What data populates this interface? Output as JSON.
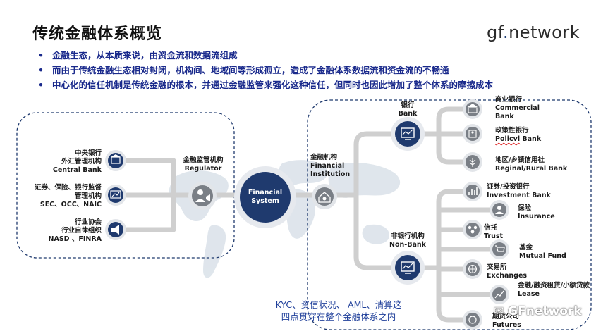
{
  "header": {
    "title": "传统金融体系概览",
    "brand_main": "gf",
    "brand_dot": ".",
    "brand_rest": "network"
  },
  "bullets": [
    "金融生态，从本质来说，由资金流和数据流组成",
    "而由于传统金融生态相对封闭，机构间、地域间等形成孤立，造成了金融体系数据流和资金流的不畅通",
    "中心化的信任机制是传统金融的根本，并通过金融监管来强化这种信任，但同时也因此增加了整个体系的摩擦成本"
  ],
  "regulators": {
    "central_bank": {
      "zh1": "中央银行",
      "zh2": "外汇管理机构",
      "en": "Central Bank"
    },
    "supervisors": {
      "zh1": "证券、保险、银行监督",
      "zh2": "管理机构",
      "en": "SEC、OCC、NAIC"
    },
    "associations": {
      "zh1": "行业协会",
      "zh2": "行业自律组织",
      "en": "NASD 、FINRA"
    }
  },
  "regulator_hub": {
    "zh": "金融监管机构",
    "en": "Regulator"
  },
  "center": {
    "line1": "Financial",
    "line2": "System"
  },
  "institution_hub": {
    "zh": "金融机构",
    "en1": "Financial",
    "en2": "Institution"
  },
  "bank": {
    "zh": "银行",
    "en": "Bank"
  },
  "non_bank": {
    "zh": "非银行机构",
    "en": "Non-Bank"
  },
  "bank_types": [
    {
      "zh": "商业银行",
      "en1": "Commercial",
      "en2": "Bank"
    },
    {
      "zh": "政策性银行",
      "en1": "Policvl",
      "en2": "Bank"
    },
    {
      "zh": "地区/乡镇信用社",
      "en1": "Reginal/Rural Bank",
      "en2": ""
    }
  ],
  "non_bank_types": [
    {
      "zh": "证券/投资银行",
      "en": "Investment Bank"
    },
    {
      "zh": "保险",
      "en": "Insurance"
    },
    {
      "zh": "信托",
      "en": "Trust"
    },
    {
      "zh": "基金",
      "en": "Mutual Fund"
    },
    {
      "zh": "交易所",
      "en": "Exchanges"
    },
    {
      "zh": "金融/融资租赁/小额贷款",
      "en": "Lease"
    },
    {
      "zh": "期货公司",
      "en": "Futures"
    }
  ],
  "note": {
    "line1": "KYC、资信状况、 AML、清算这",
    "line2": "四点贯穿在整个金融体系之内"
  },
  "watermark": "GFnetwork",
  "icons": {
    "bank": "bank-building-icon",
    "policy_bank": "people-building-icon",
    "rural_bank": "wheat-icon",
    "investment": "bar-chart-icon",
    "insurance": "person-icon",
    "trust": "group-icon",
    "fund": "cart-icon",
    "exchange": "globe-icon",
    "lease": "growth-chart-icon",
    "futures": "coin-icon"
  },
  "colors": {
    "accent": "#1a2a8c",
    "node_dark": "#1f3a6e",
    "node_gray": "#7a7f86",
    "line": "#cfcfcf",
    "note": "#1f3f9a"
  }
}
